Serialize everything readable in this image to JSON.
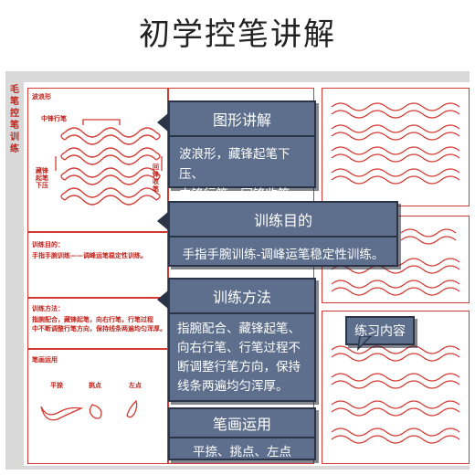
{
  "page_title": "初学控笔讲解",
  "sheet": {
    "vertical_title": "毛笔控笔训练",
    "wave_label": "波浪形",
    "center_label": "中锋行笔",
    "left_label": "藏锋起笔下压",
    "right_label": "回锋收笔",
    "goal_label": "训练目的：",
    "goal_text": "手指手腕训练——调峰运笔稳定性训练。",
    "method_label": "训练方法：",
    "method_text_1": "指腕配合，藏锋起笔，向右行笔，行笔过程",
    "method_text_2": "中不断调整行笔方向，保持线条两遍均匀浑厚。",
    "stroke_label": "笔画运用",
    "strokes": [
      "平捺",
      "挑点",
      "左点"
    ]
  },
  "cards": {
    "shape": {
      "title": "图形讲解",
      "lines": [
        "波浪形，藏锋起笔下压、",
        "中锋行笔、回锋收笔。"
      ]
    },
    "goal": {
      "title": "训练目的",
      "lines": [
        "手指手腕训练-调峰运笔稳定性训练。"
      ]
    },
    "method": {
      "title": "训练方法",
      "lines": [
        "指腕配合、藏锋起笔、",
        "向右行笔、行笔过程不",
        "断调整行笔方向，保持",
        "线条两遍均匀浑厚。"
      ]
    },
    "stroke": {
      "title": "笔画运用",
      "lines": [
        "平捺、挑点、左点"
      ]
    },
    "practice": {
      "title": "练习内容"
    }
  },
  "colors": {
    "accent_red": "#d23a32",
    "card_fill": "#5d6f8c",
    "card_border": "#2b3447"
  }
}
